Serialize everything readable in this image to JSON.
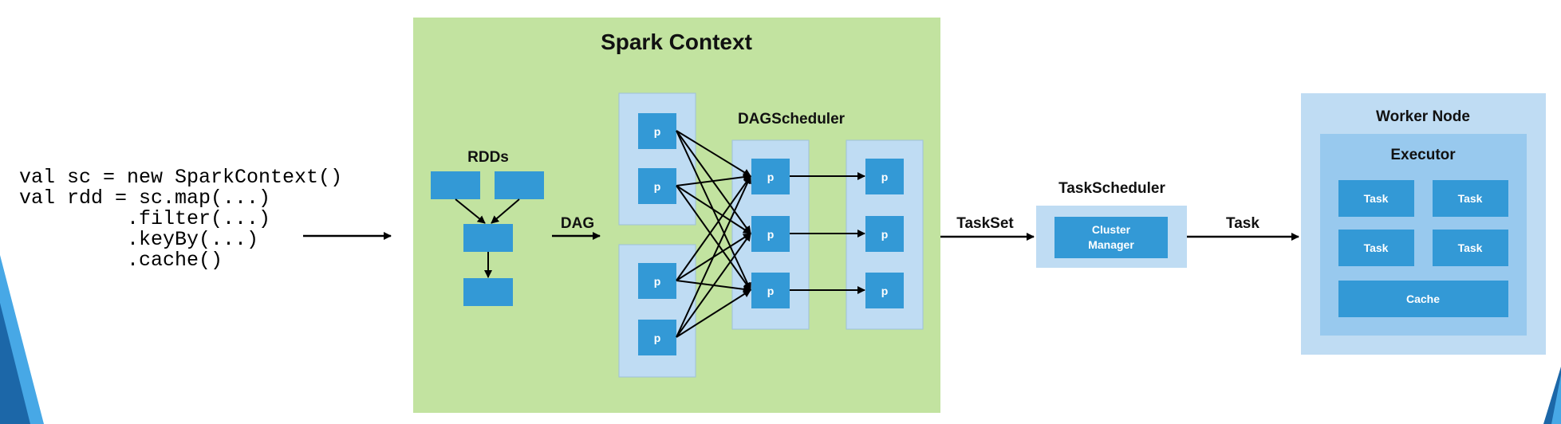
{
  "code": {
    "lines": [
      "val sc = new SparkContext()",
      "val rdd = sc.map(...)",
      "         .filter(...)",
      "         .keyBy(...)",
      "         .cache()"
    ]
  },
  "spark_context": {
    "title": "Spark Context",
    "rdds_title": "RDDs",
    "dag_label": "DAG",
    "dag_scheduler_title": "DAGScheduler",
    "partition_label": "p"
  },
  "taskset_label": "TaskSet",
  "task_scheduler": {
    "title": "TaskScheduler",
    "cluster_manager_line1": "Cluster",
    "cluster_manager_line2": "Manager"
  },
  "task_label": "Task",
  "worker_node": {
    "title": "Worker Node",
    "executor_title": "Executor",
    "tasks": [
      "Task",
      "Task",
      "Task",
      "Task"
    ],
    "cache_label": "Cache"
  },
  "colors": {
    "spark_context_bg": "#c2e3a0",
    "panel_light_blue": "#bfdcf3",
    "panel_mid_blue": "#98c9ee",
    "box_blue": "#3399d6",
    "corner_dark_blue": "#1c67a8",
    "corner_light_blue": "#47a8e6"
  }
}
